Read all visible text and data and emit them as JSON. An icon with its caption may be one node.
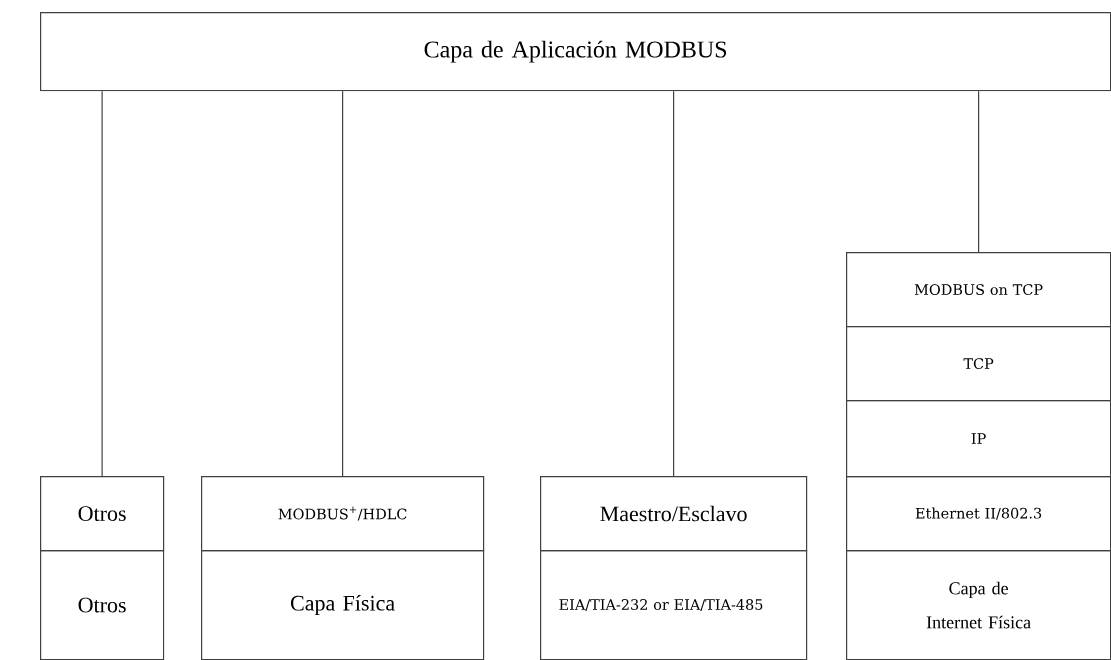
{
  "diagram": {
    "nodes": [
      {
        "text": [
          "Capa de Aplicación MODBUS"
        ]
      },
      {
        "text": [
          "Otros"
        ]
      },
      {
        "text": [
          "Otros"
        ]
      },
      {
        "text": [
          "MODBUS$^{+}$/HDLC"
        ]
      },
      {
        "text": [
          "Capa Física"
        ]
      },
      {
        "text": [
          "Maestro/Esclavo"
        ]
      },
      {
        "text": [
          "EIA/TIA-232 or EIA/TIA-485"
        ]
      },
      {
        "text": [
          "MODBUS on TCP"
        ]
      },
      {
        "text": [
          "TCP"
        ]
      },
      {
        "text": [
          "IP"
        ]
      },
      {
        "text": [
          "Ethernet II/802.3"
        ]
      },
      {
        "text": [
          "Capa de Internet Física"
        ]
      }
    ],
    "edges": [
      {
        "from": 0,
        "to": 1,
        "arrow": "none"
      },
      {
        "from": 0,
        "to": 3,
        "arrow": "none"
      },
      {
        "from": 0,
        "to": 5,
        "arrow": "none"
      },
      {
        "from": 0,
        "to": 7,
        "arrow": "none"
      }
    ]
  }
}
